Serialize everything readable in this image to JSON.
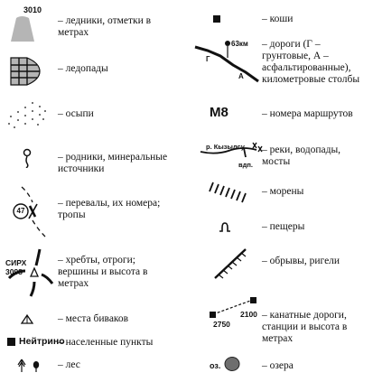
{
  "legend": {
    "left": [
      {
        "label": "– ледники, отметки в метрах",
        "mark": "3010"
      },
      {
        "label": "– ледопады"
      },
      {
        "label": "– осыпи"
      },
      {
        "label": "– родники, минеральные источники"
      },
      {
        "label": "– перевалы, их номера; тропы",
        "mark": "47"
      },
      {
        "label": "– хребты, отроги; вершины и высота в метрах",
        "mark": "СИРХ",
        "mark2": "3098"
      },
      {
        "label": "– места биваков"
      },
      {
        "label": "– населенные пункты",
        "mark": "Нейтрино"
      },
      {
        "label": "– лес"
      }
    ],
    "right": [
      {
        "label": "– коши"
      },
      {
        "label": "– дороги (Г – грунтовые, А – асфальтированные), километровые столбы",
        "mark": "63км",
        "mark2": "Г",
        "mark3": "А"
      },
      {
        "label": "– номера маршрутов",
        "mark": "М8"
      },
      {
        "label": "– реки, водопады, мосты",
        "mark": "р. Кызылсу",
        "mark2": "вдп."
      },
      {
        "label": "– морены"
      },
      {
        "label": "– пещеры"
      },
      {
        "label": "– обрывы, ригели"
      },
      {
        "label": "– канатные дороги, станции и высота в метрах",
        "mark": "2750",
        "mark2": "2100"
      },
      {
        "label": "– озера",
        "mark": "оз."
      }
    ]
  }
}
